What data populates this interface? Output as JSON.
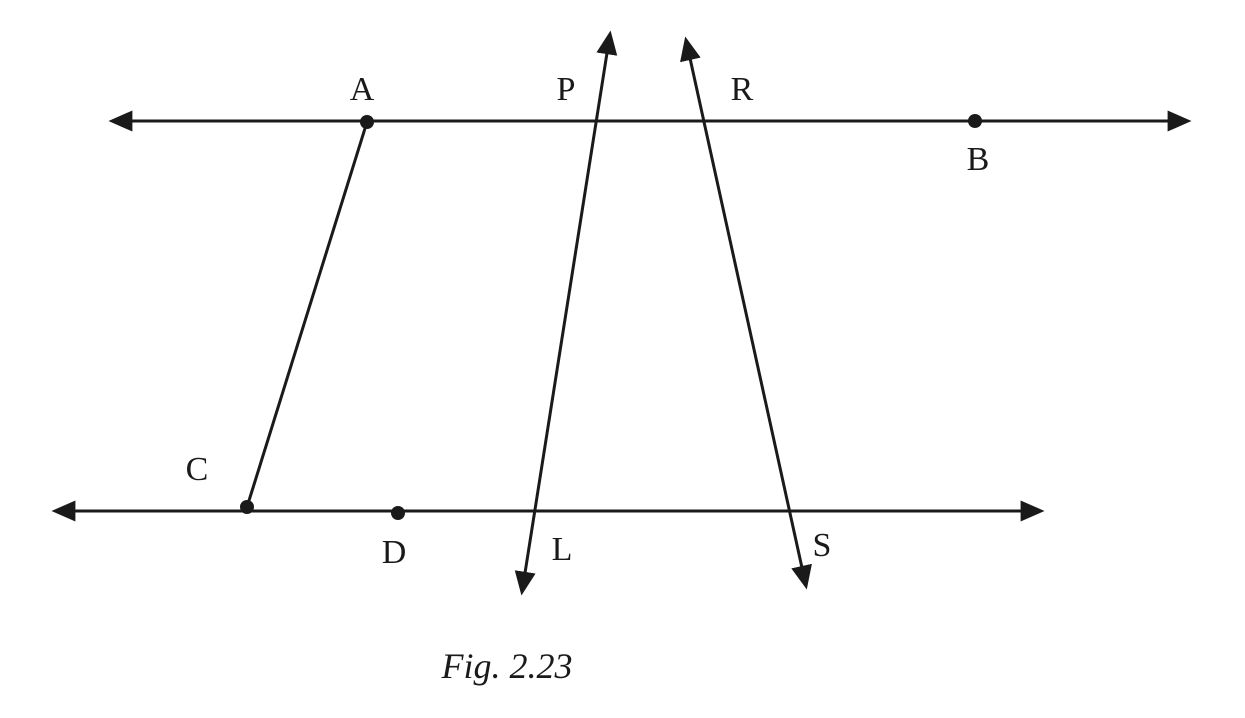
{
  "figure": {
    "caption": "Fig. 2.23",
    "labels": {
      "A": "A",
      "B": "B",
      "C": "C",
      "D": "D",
      "P": "P",
      "R": "R",
      "L": "L",
      "S": "S"
    },
    "colors": {
      "ink": "#1a1a1a",
      "background": "#ffffff"
    }
  }
}
